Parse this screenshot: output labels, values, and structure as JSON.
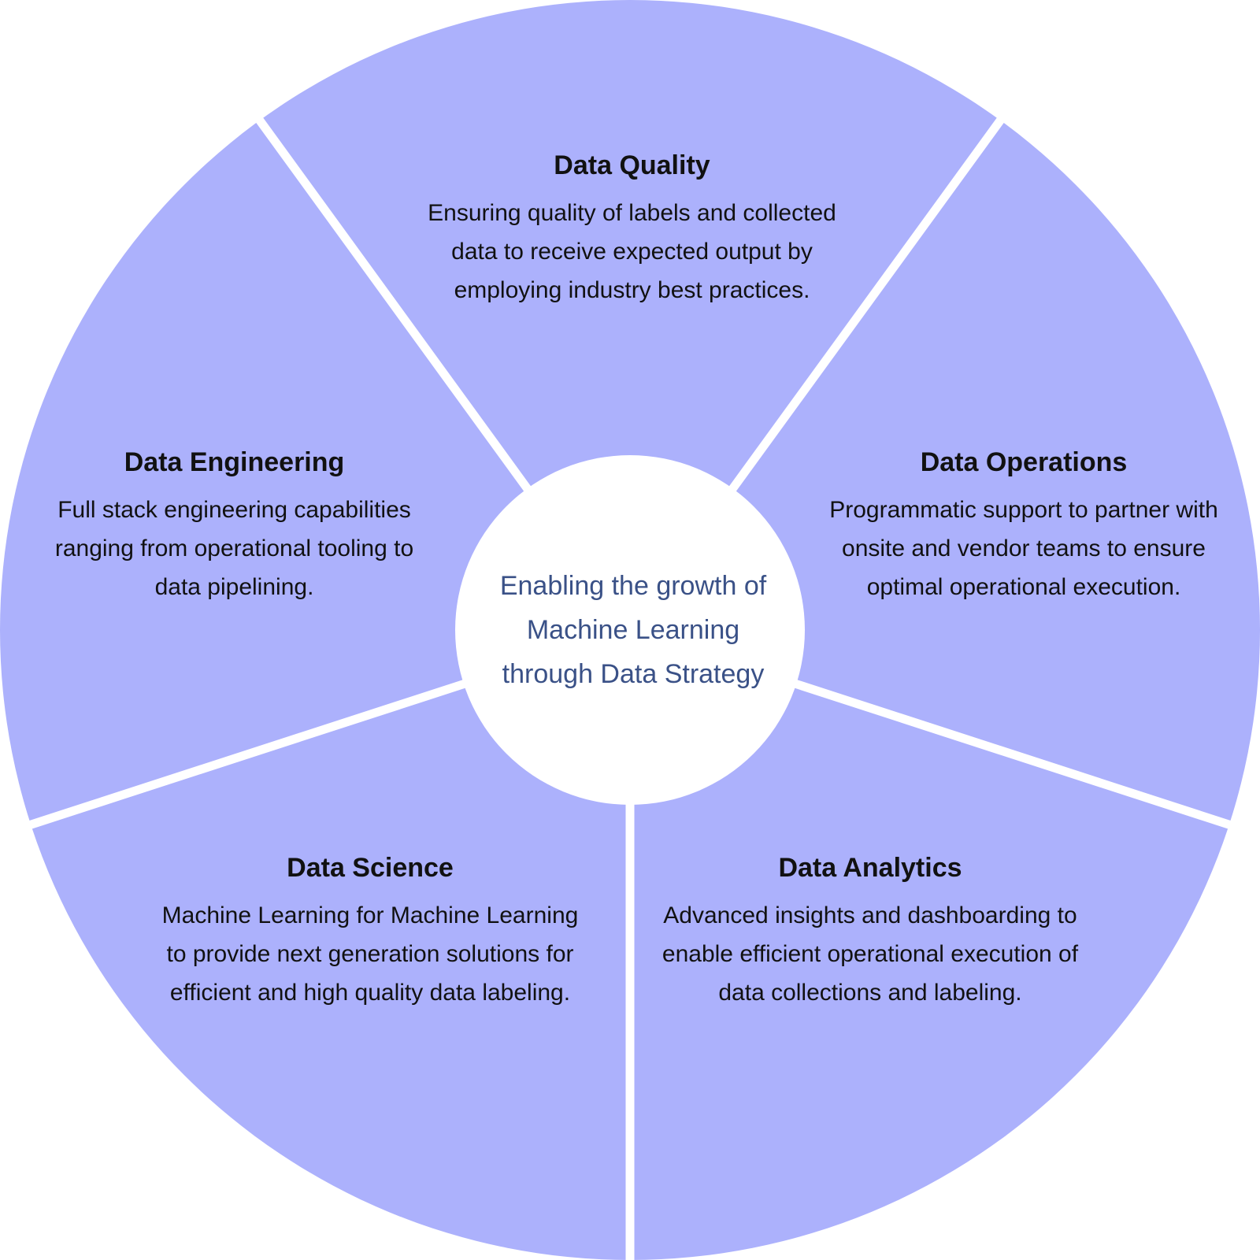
{
  "colors": {
    "segment_fill": "#acb1fc",
    "divider": "#ffffff",
    "center_fill": "#ffffff",
    "center_text": "#3a5187",
    "title_text": "#111111"
  },
  "center": {
    "lines": [
      "Enabling the growth of",
      "Machine Learning",
      "through Data Strategy"
    ]
  },
  "segments": [
    {
      "title": "Data Quality",
      "lines": [
        "Ensuring quality of labels and collected",
        "data to receive expected output by",
        "employing industry best practices."
      ]
    },
    {
      "title": "Data Operations",
      "lines": [
        "Programmatic support to partner with",
        "onsite and vendor teams to ensure",
        "optimal operational execution."
      ]
    },
    {
      "title": "Data Analytics",
      "lines": [
        "Advanced insights and dashboarding to",
        "enable efficient operational execution of",
        "data collections and labeling."
      ]
    },
    {
      "title": "Data Science",
      "lines": [
        "Machine Learning for Machine Learning",
        "to provide next generation solutions for",
        "efficient and high quality data labeling."
      ]
    },
    {
      "title": "Data Engineering",
      "lines": [
        "Full stack engineering capabilities",
        "ranging from operational tooling to",
        "data pipelining."
      ]
    }
  ]
}
